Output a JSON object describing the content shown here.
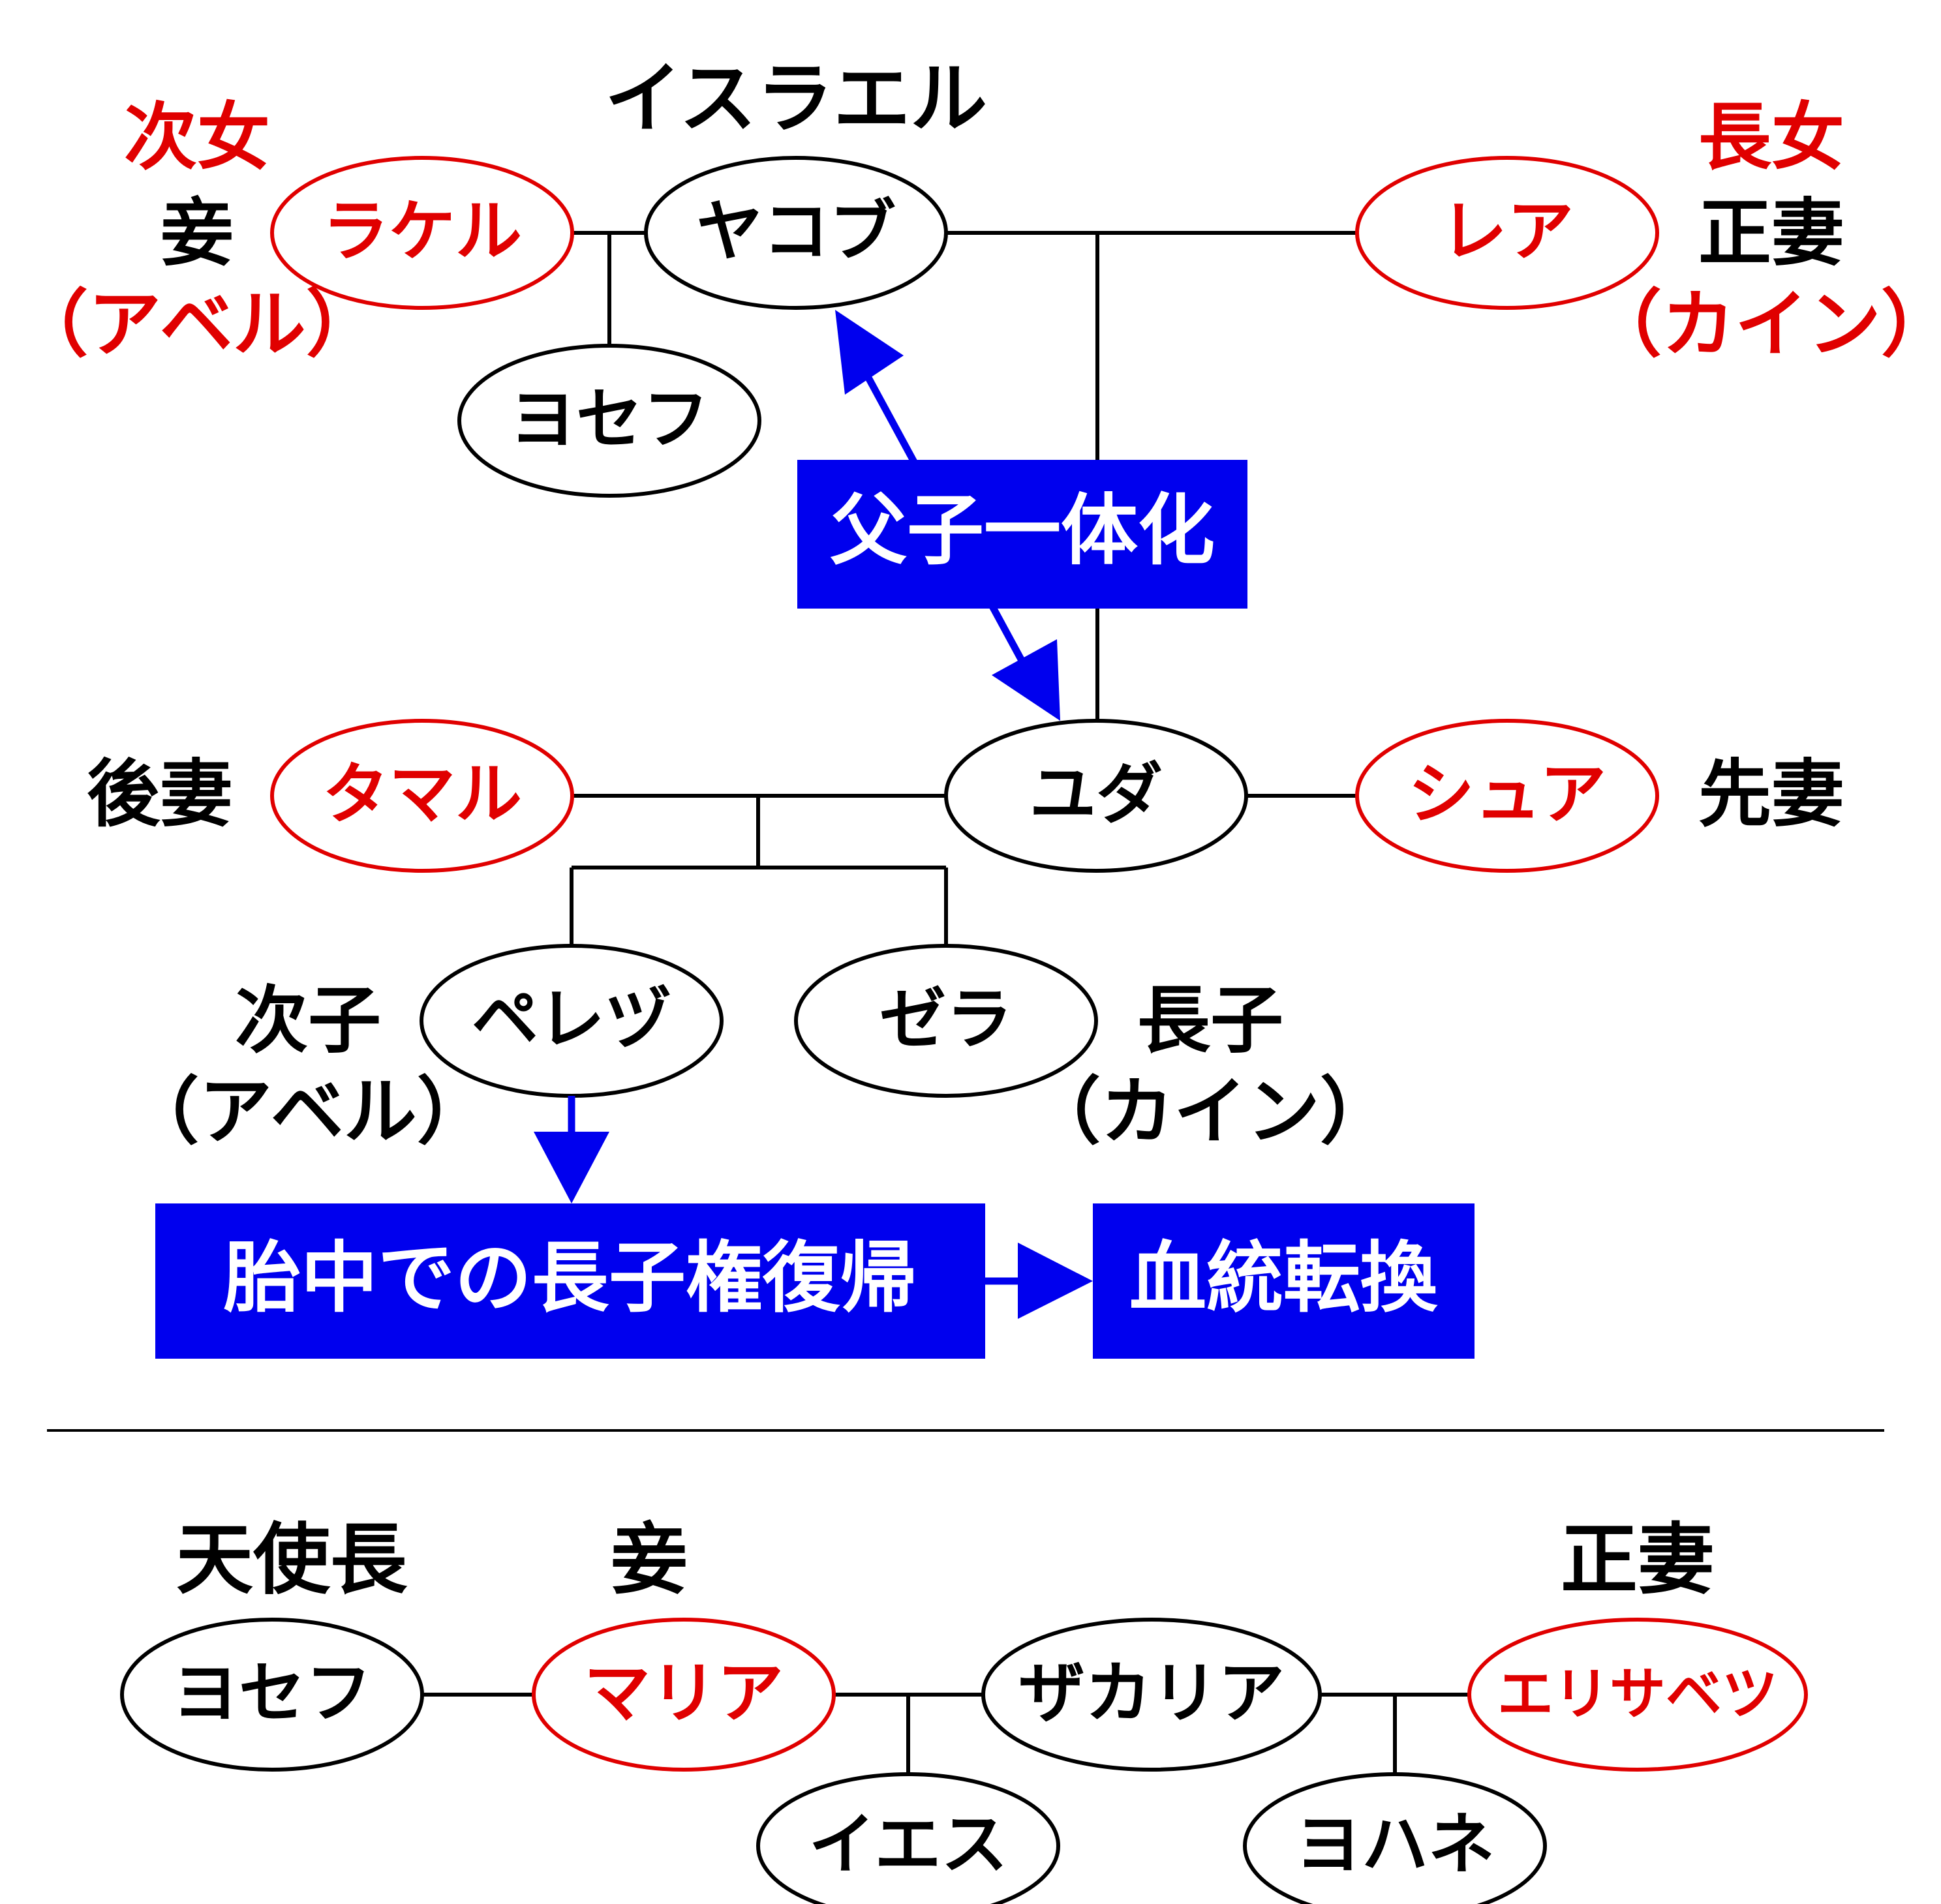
{
  "colors": {
    "red": "#e00000",
    "black": "#000000",
    "blue": "#0000ee",
    "white": "#ffffff"
  },
  "top": {
    "israel": "イスラエル",
    "jacob": "ヤコブ",
    "rachel": "ラケル",
    "leah": "レア",
    "joseph": "ヨセフ",
    "rachel_order": "次女",
    "rachel_role": "妾",
    "rachel_type": "（アベル）",
    "leah_order": "長女",
    "leah_role": "正妻",
    "leah_type": "（カイン）",
    "unity_box": "父子一体化"
  },
  "middle": {
    "judah": "ユダ",
    "tamar": "タマル",
    "shua": "シュア",
    "tamar_role": "後妻",
    "shua_role": "先妻",
    "perez": "ペレヅ",
    "zerah": "ゼラ",
    "perez_order": "次子",
    "perez_type": "（アベル）",
    "zerah_order": "長子",
    "zerah_type": "（カイン）",
    "restoration_box": "胎中での長子権復帰",
    "lineage_box": "血統転換"
  },
  "bottom": {
    "joseph": "ヨセフ",
    "mary": "マリア",
    "zechariah": "ザカリア",
    "elizabeth": "エリサベツ",
    "jesus": "イエス",
    "john": "ヨハネ",
    "joseph_role": "天使長",
    "mary_role": "妾",
    "elizabeth_role": "正妻"
  }
}
